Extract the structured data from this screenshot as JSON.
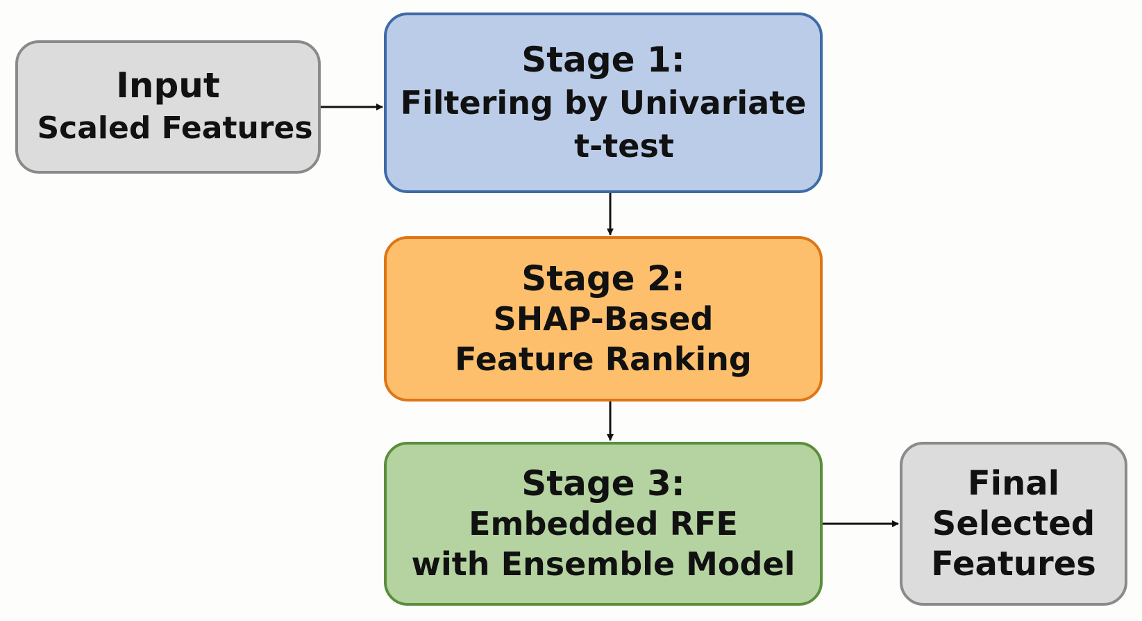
{
  "nodes": {
    "input": {
      "lines": [
        "Input",
        "Scaled Features"
      ],
      "fill": "#dcdcdc",
      "border": "#8a8a8a"
    },
    "stage1": {
      "lines": [
        "Stage 1:",
        "Filtering by Univariate",
        "t-test"
      ],
      "fill": "#bacce8",
      "border": "#3f6aa8"
    },
    "stage2": {
      "lines": [
        "Stage 2:",
        "SHAP-Based",
        "Feature Ranking"
      ],
      "fill": "#fdbf6c",
      "border": "#de7516"
    },
    "stage3": {
      "lines": [
        "Stage 3:",
        "Embedded RFE",
        "with Ensemble Model"
      ],
      "fill": "#b4d3a0",
      "border": "#5b8e3c"
    },
    "final": {
      "lines": [
        "Final",
        "Selected",
        "Features"
      ],
      "fill": "#dcdcdc",
      "border": "#8a8a8a"
    }
  },
  "edges": [
    {
      "from": "input",
      "to": "stage1"
    },
    {
      "from": "stage1",
      "to": "stage2"
    },
    {
      "from": "stage2",
      "to": "stage3"
    },
    {
      "from": "stage3",
      "to": "final"
    }
  ],
  "colors": {
    "arrow": "#111111",
    "text": "#111111",
    "background": "#fdfdfc"
  }
}
